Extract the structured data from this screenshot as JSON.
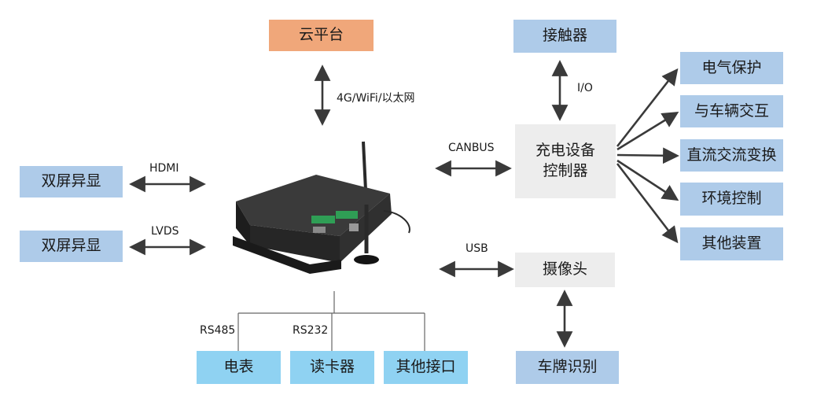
{
  "nodes": {
    "cloud": "云平台",
    "contactor": "接触器",
    "controller_line1": "充电设备",
    "controller_line2": "控制器",
    "camera": "摄像头",
    "plate": "车牌识别",
    "display1": "双屏异显",
    "display2": "双屏异显",
    "meter": "电表",
    "reader": "读卡器",
    "other_if": "其他接口",
    "elec_protect": "电气保护",
    "vehicle": "与车辆交互",
    "dcac": "直流交流变换",
    "env": "环境控制",
    "other_dev": "其他装置"
  },
  "links": {
    "net": "4G/WiFi/以太网",
    "io": "I/O",
    "canbus": "CANBUS",
    "hdmi": "HDMI",
    "lvds": "LVDS",
    "usb": "USB",
    "rs485": "RS485",
    "rs232": "RS232"
  },
  "colors": {
    "orange": "#f0a77a",
    "blue": "#aecbe9",
    "cyan": "#8fd2f2",
    "grey": "#ededed",
    "arrow": "#3a3a3a"
  }
}
